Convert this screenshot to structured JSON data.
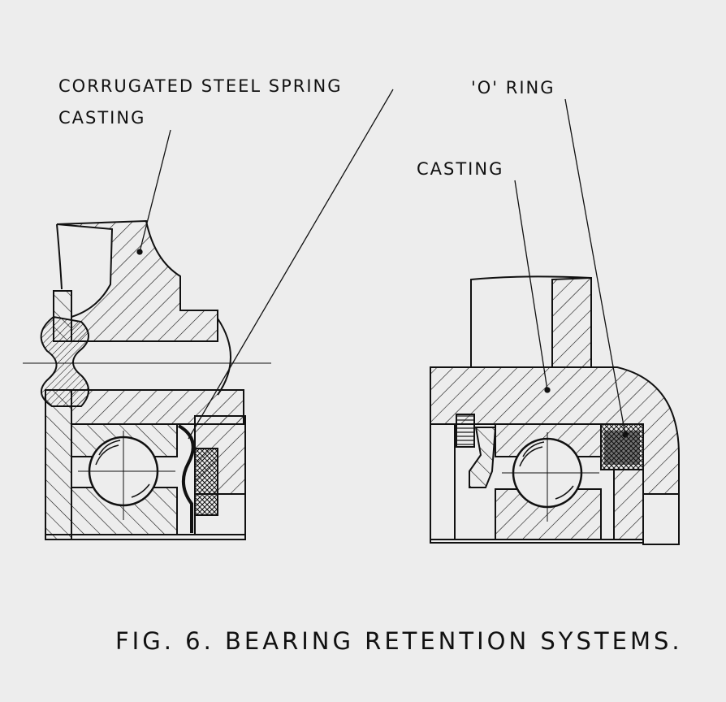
{
  "labels": {
    "left_spring": "CORRUGATED STEEL SPRING",
    "left_casting": "CASTING",
    "right_oring": "'O' RING",
    "right_casting": "CASTING"
  },
  "caption": "FIG. 6. BEARING RETENTION SYSTEMS.",
  "colors": {
    "paper": "#ededed",
    "ink": "#111111"
  }
}
